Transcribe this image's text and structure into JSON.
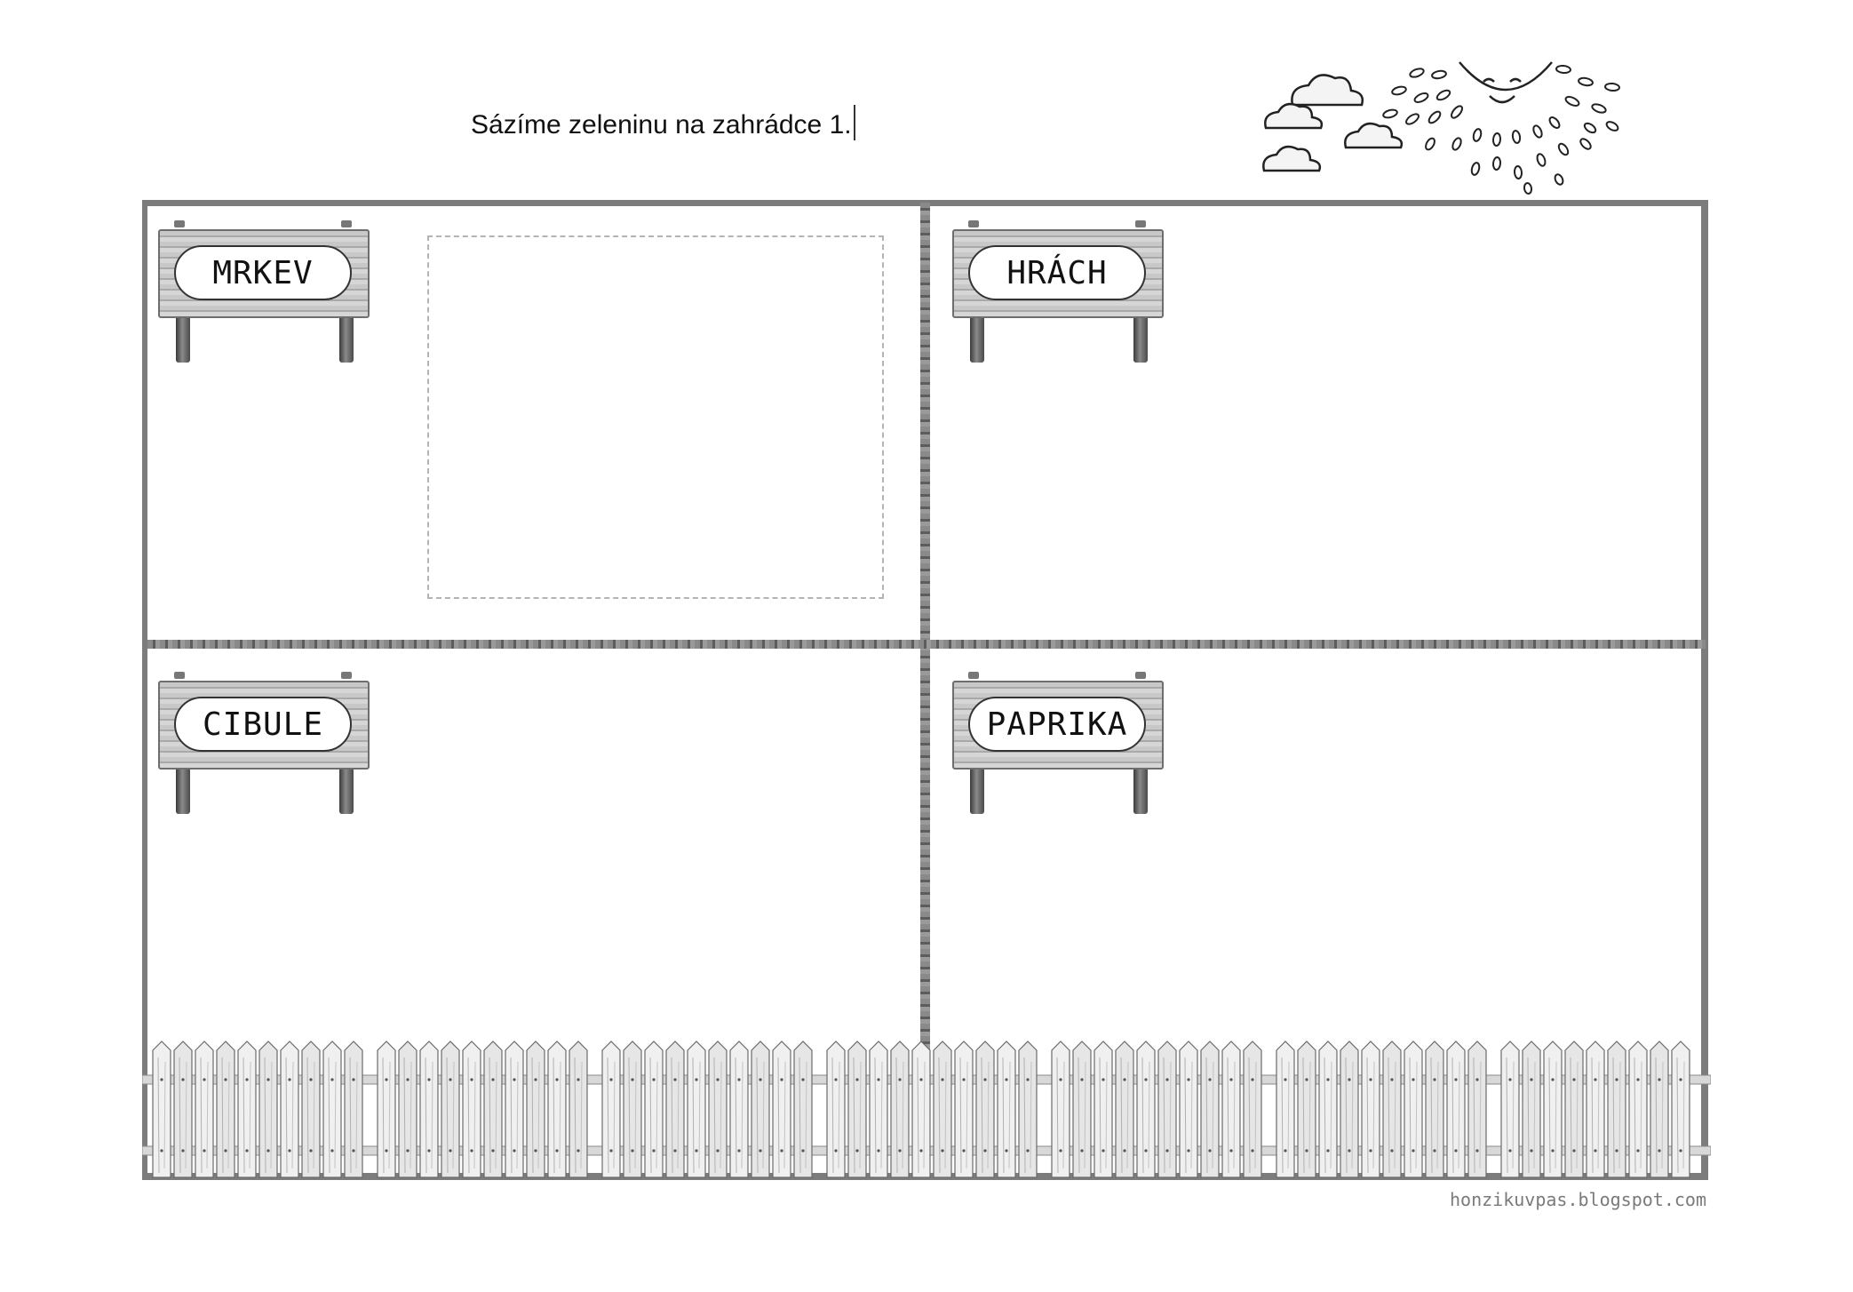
{
  "worksheet": {
    "title": "Sázíme zeleninu na zahrádce 1.",
    "credit": "honzikuvpas.blogspot.com",
    "signs": [
      {
        "label": "MRKEV"
      },
      {
        "label": "HRÁCH"
      },
      {
        "label": "CIBULE"
      },
      {
        "label": "PAPRIKA"
      }
    ],
    "icons": {
      "sun": "sun-icon",
      "clouds": "cloud-icon",
      "fence": "fence-icon"
    }
  }
}
